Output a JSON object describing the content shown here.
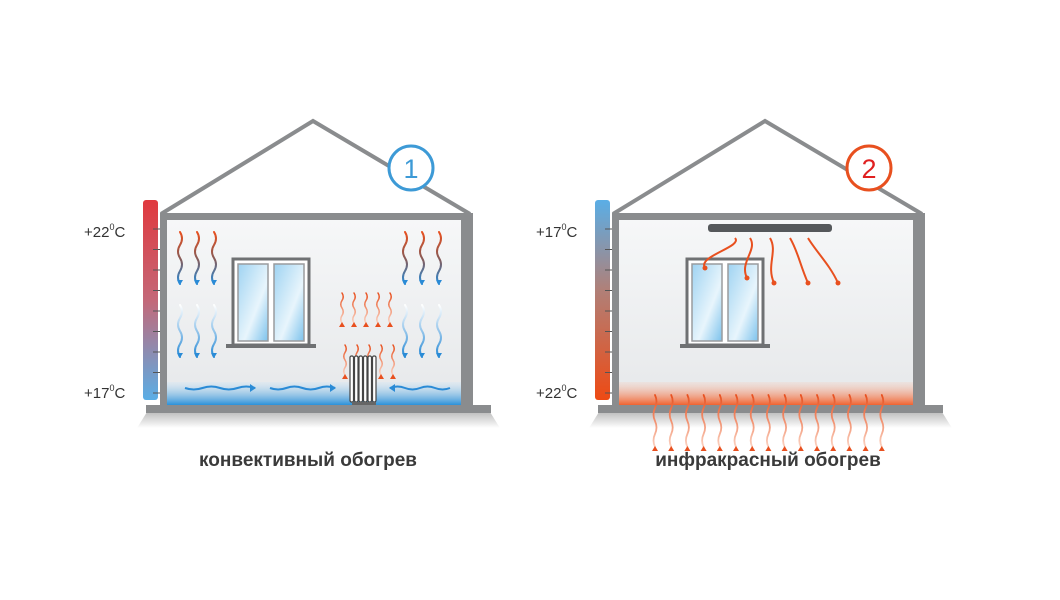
{
  "panels": [
    {
      "number": "1",
      "caption": "конвективный обогрев",
      "temp_top": "+22",
      "temp_bottom": "+17",
      "unit": "C",
      "degree": "0",
      "thermo_top_color": "#e0393e",
      "thermo_bottom_color": "#5aaee6",
      "accent": "#3d9ad6"
    },
    {
      "number": "2",
      "caption": "инфракрасный обогрев",
      "temp_top": "+17",
      "temp_bottom": "+22",
      "unit": "C",
      "degree": "0",
      "thermo_top_color": "#5aaee6",
      "thermo_bottom_color": "#ee4a14",
      "accent": "#e8501f"
    }
  ]
}
